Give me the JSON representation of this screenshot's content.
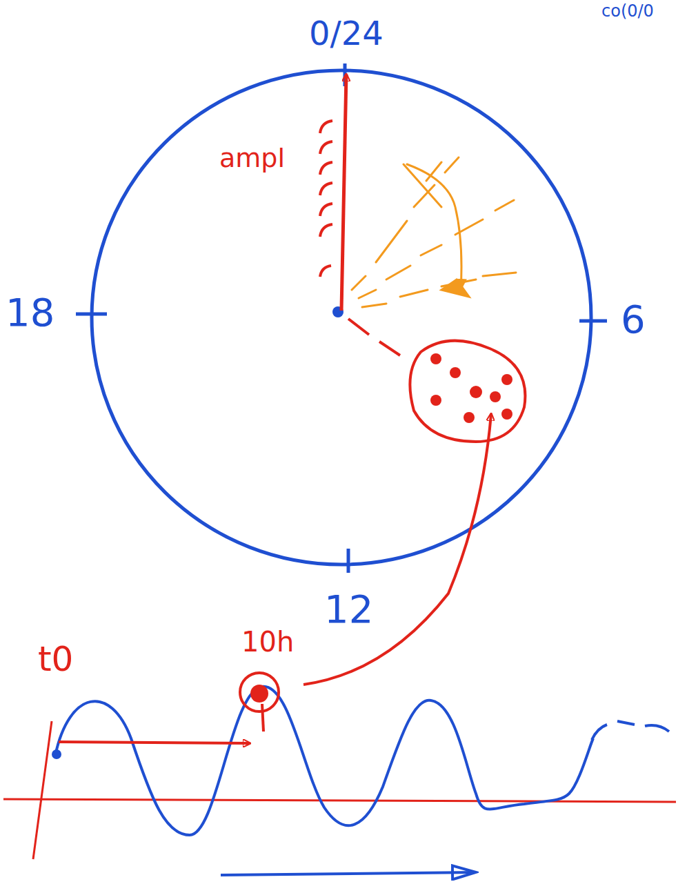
{
  "diagram": {
    "labels": [
      "0/24",
      "6",
      "12",
      "18",
      "ampl",
      "t0",
      "10h",
      "co(0/0"
    ]
  }
}
